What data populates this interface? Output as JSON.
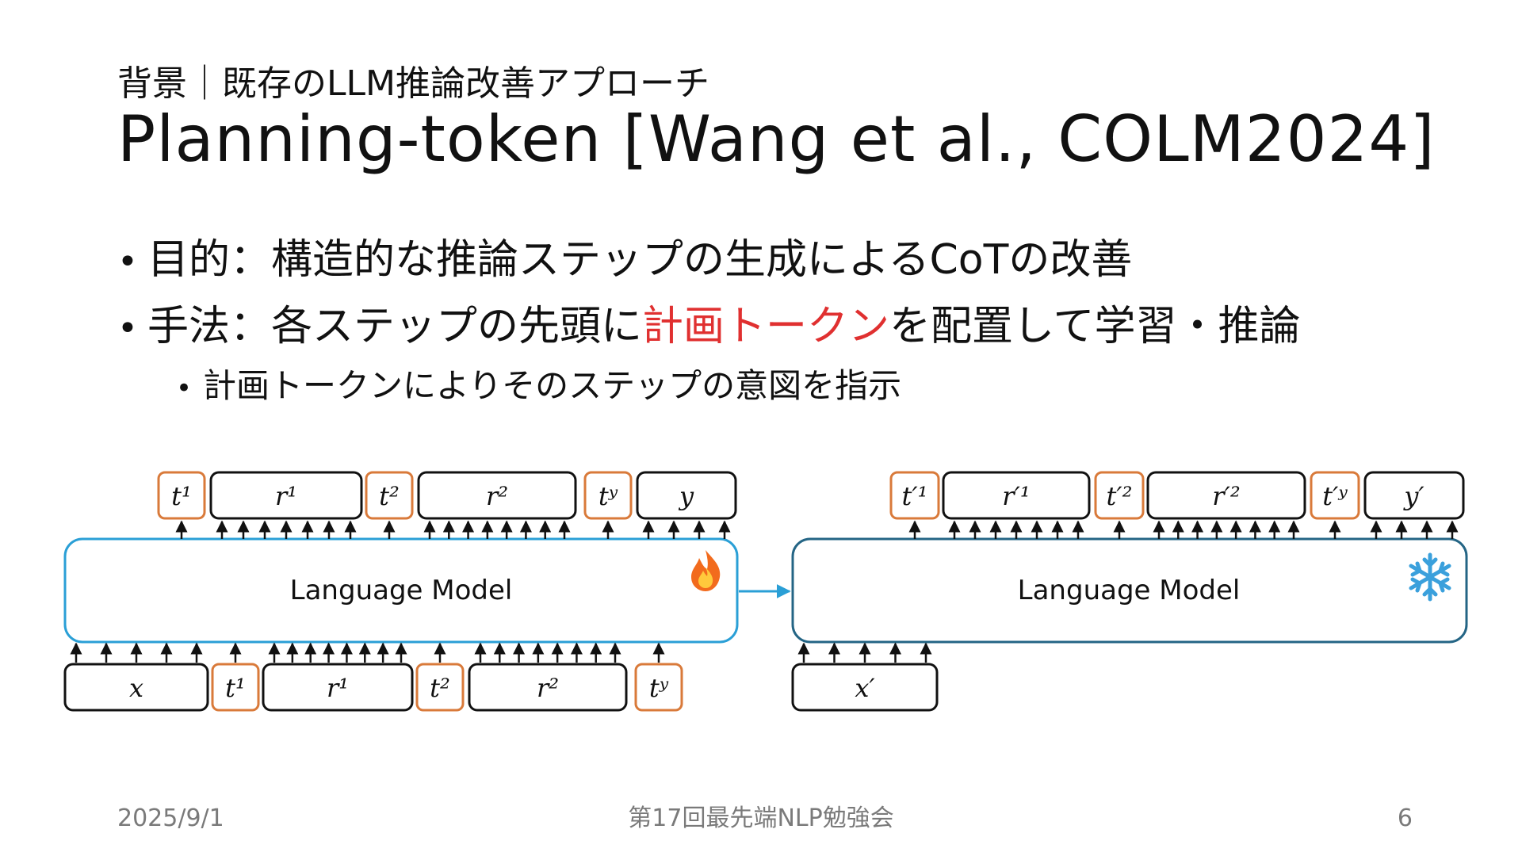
{
  "header": {
    "subtitle": "背景｜既存のLLM推論改善アプローチ",
    "title": "Planning-token [Wang et al., COLM2024]"
  },
  "bullets": {
    "b1": "目的：構造的な推論ステップの生成によるCoTの改善",
    "b2_before": "手法：各ステップの先頭に",
    "b2_highlight": "計画トークン",
    "b2_after": "を配置して学習・推論",
    "b3": "計画トークンによりそのステップの意図を指示"
  },
  "diagram": {
    "left_model_label": "Language Model",
    "right_model_label": "Language Model",
    "fire_icon": "fire-icon",
    "snowflake_icon": "snowflake-icon",
    "colors": {
      "lm_left": "#2a9fd6",
      "lm_right": "#246585",
      "plan_token": "#d97a3a",
      "arrow": "#2a9fd6"
    },
    "left_top_tokens": [
      "t¹",
      "r¹",
      "t²",
      "r²",
      "tʸ",
      "y"
    ],
    "left_bottom_tokens": [
      "x",
      "t¹",
      "r¹",
      "t²",
      "r²",
      "tʸ"
    ],
    "right_top_tokens": [
      "t′¹",
      "r′¹",
      "t′²",
      "r′²",
      "t′ʸ",
      "y′"
    ],
    "right_bottom_tokens": [
      "x′"
    ]
  },
  "footer": {
    "date": "2025/9/1",
    "event": "第17回最先端NLP勉強会",
    "page": "6"
  }
}
